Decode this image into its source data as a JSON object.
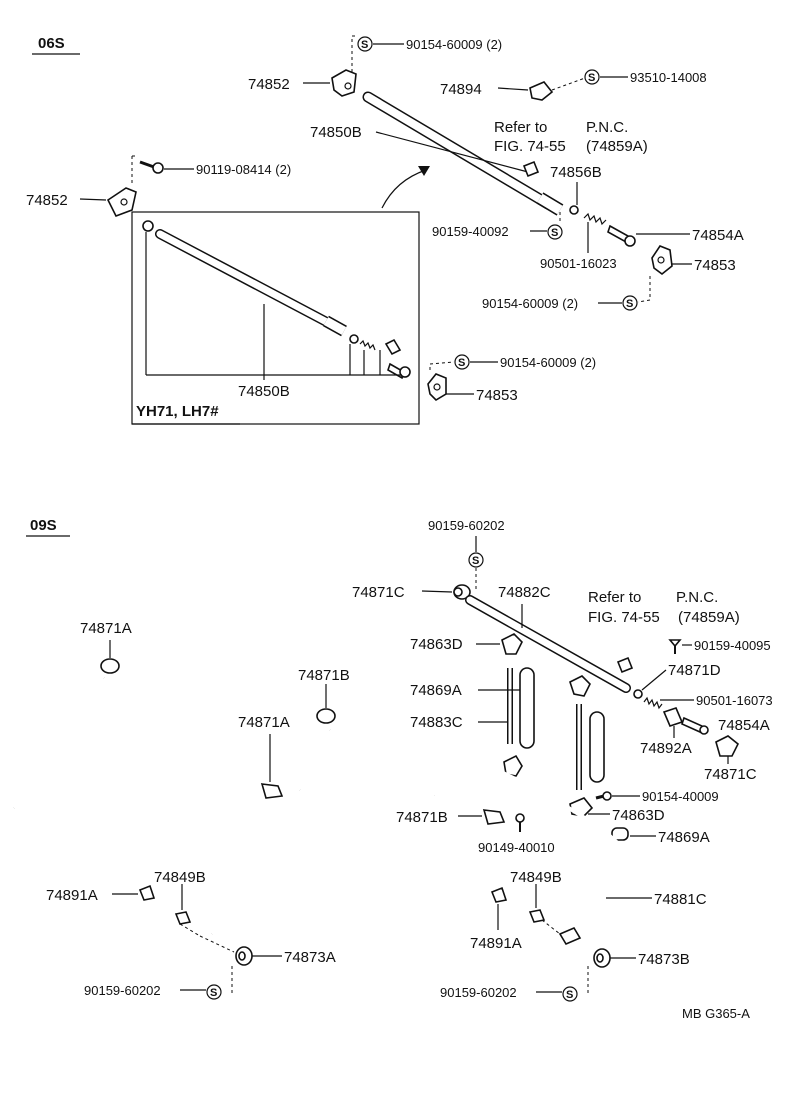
{
  "sections": {
    "s06": "06S",
    "s09": "09S",
    "inset": "YH71, LH7#"
  },
  "symbol_letter": "S",
  "labels": {
    "l_74852_a": "74852",
    "l_90154_60009_2_a": "90154-60009 (2)",
    "l_74894": "74894",
    "l_93510_14008": "93510-14008",
    "l_74850B_a": "74850B",
    "l_refer_1": "Refer to",
    "l_pnc_1": "P.N.C.",
    "l_fig_1": "FIG. 74-55",
    "l_pncv_1": "(74859A)",
    "l_90119_08414": "90119-08414 (2)",
    "l_74852_b": "74852",
    "l_74856B": "74856B",
    "l_90159_40092": "90159-40092",
    "l_74854A_a": "74854A",
    "l_90501_16023": "90501-16023",
    "l_74853_a": "74853",
    "l_90154_60009_2_b": "90154-60009 (2)",
    "l_90154_60009_2_c": "90154-60009 (2)",
    "l_74850B_b": "74850B",
    "l_74853_b": "74853",
    "l_90159_60202_a": "90159-60202",
    "l_74871C_a": "74871C",
    "l_74882C": "74882C",
    "l_refer_2": "Refer to",
    "l_pnc_2": "P.N.C.",
    "l_fig_2": "FIG. 74-55",
    "l_pncv_2": "(74859A)",
    "l_74871A_a": "74871A",
    "l_90159_40095": "90159-40095",
    "l_74863D_a": "74863D",
    "l_74871D": "74871D",
    "l_74871B_a": "74871B",
    "l_74869A_a": "74869A",
    "l_90501_16073": "90501-16073",
    "l_74871A_b": "74871A",
    "l_74883C": "74883C",
    "l_74854A_b": "74854A",
    "l_74892A": "74892A",
    "l_74871C_b": "74871C",
    "l_90154_40009": "90154-40009",
    "l_74871B_b": "74871B",
    "l_74863D_b": "74863D",
    "l_74869A_b": "74869A",
    "l_90149_40010": "90149-40010",
    "l_74849B_a": "74849B",
    "l_74891A_a": "74891A",
    "l_74849B_b": "74849B",
    "l_74881C": "74881C",
    "l_74891A_b": "74891A",
    "l_74873A": "74873A",
    "l_74873B": "74873B",
    "l_90159_60202_b": "90159-60202",
    "l_90159_60202_c": "90159-60202",
    "l_footer": "MB  G365-A"
  }
}
